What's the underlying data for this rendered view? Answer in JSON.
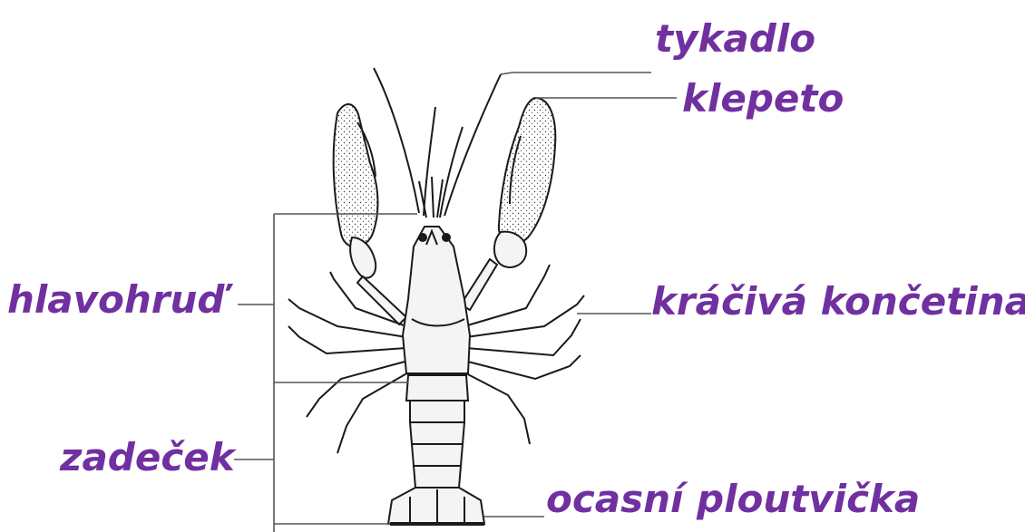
{
  "colors": {
    "label": "#7030a0",
    "line": "#555555",
    "ink": "#1a1a1a",
    "shell": "#f4f4f4"
  },
  "labels": {
    "antenna": "tykadlo",
    "claw": "klepeto",
    "cephalothorax": "hlavohruď",
    "walking_leg": "kráčivá končetina",
    "abdomen": "zadeček",
    "tail_fin": "ocasní ploutvička"
  }
}
